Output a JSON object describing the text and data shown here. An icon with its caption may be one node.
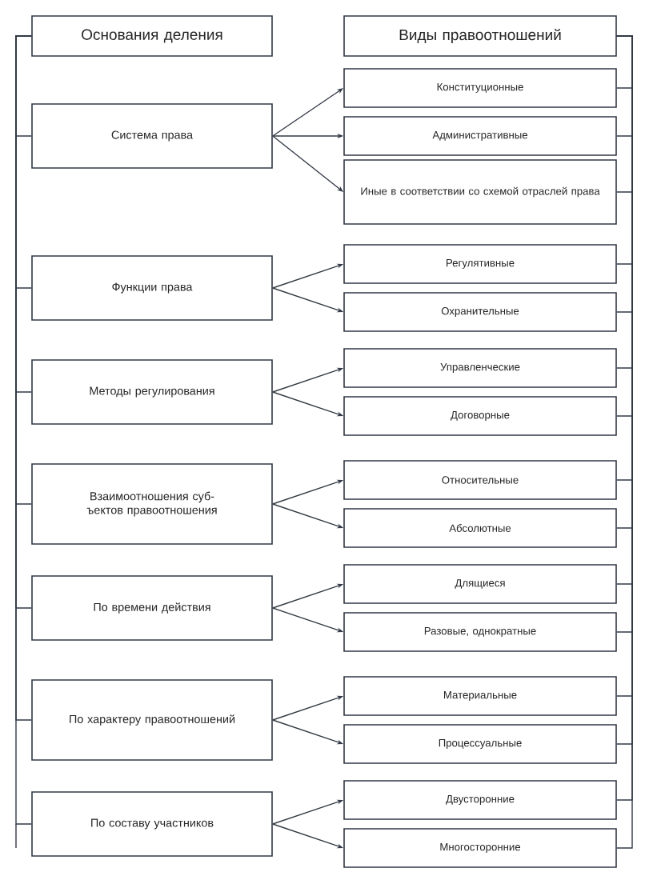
{
  "diagram": {
    "nodes": [
      {
        "text": [
          "Основания деления"
        ]
      },
      {
        "text": [
          "Виды правоотношений"
        ]
      },
      {
        "text": [
          "Система права"
        ]
      },
      {
        "text": [
          "Конституционные"
        ]
      },
      {
        "text": [
          "Административные"
        ]
      },
      {
        "text": [
          "Иные в соответствии со схемой отраслей права"
        ]
      },
      {
        "text": [
          "Функции права"
        ]
      },
      {
        "text": [
          "Регулятивные"
        ]
      },
      {
        "text": [
          "Охранительные"
        ]
      },
      {
        "text": [
          "Методы регулирования"
        ]
      },
      {
        "text": [
          "Управленческие"
        ]
      },
      {
        "text": [
          "Договорные"
        ]
      },
      {
        "text": [
          "Взаимоотношения суб- ъектов правоотношения"
        ]
      },
      {
        "text": [
          "Относительные"
        ]
      },
      {
        "text": [
          "Абсолютные"
        ]
      },
      {
        "text": [
          "По времени действия"
        ]
      },
      {
        "text": [
          "Длящиеся"
        ]
      },
      {
        "text": [
          "Разовые, однократные"
        ]
      },
      {
        "text": [
          "По характеру правоотношений"
        ]
      },
      {
        "text": [
          "Материальные"
        ]
      },
      {
        "text": [
          "Процессуальные"
        ]
      },
      {
        "text": [
          "По составу участников"
        ]
      },
      {
        "text": [
          "Двусторонние"
        ]
      },
      {
        "text": [
          "Многосторонние"
        ]
      }
    ],
    "edges": [
      {
        "from": 2,
        "to": 3,
        "arrow": "to"
      },
      {
        "from": 2,
        "to": 4,
        "arrow": "to"
      },
      {
        "from": 2,
        "to": 5,
        "arrow": "to"
      },
      {
        "from": 6,
        "to": 7,
        "arrow": "to"
      },
      {
        "from": 6,
        "to": 8,
        "arrow": "to"
      },
      {
        "from": 9,
        "to": 10,
        "arrow": "to"
      },
      {
        "from": 9,
        "to": 11,
        "arrow": "to"
      },
      {
        "from": 12,
        "to": 13,
        "arrow": "to"
      },
      {
        "from": 12,
        "to": 14,
        "arrow": "to"
      },
      {
        "from": 15,
        "to": 16,
        "arrow": "to"
      },
      {
        "from": 15,
        "to": 17,
        "arrow": "to"
      },
      {
        "from": 18,
        "to": 19,
        "arrow": "to"
      },
      {
        "from": 18,
        "to": 20,
        "arrow": "to"
      },
      {
        "from": 21,
        "to": 22,
        "arrow": "to"
      },
      {
        "from": 21,
        "to": 23,
        "arrow": "to"
      },
      {
        "from": 0,
        "to": 2,
        "arrow": "none"
      },
      {
        "from": 0,
        "to": 6,
        "arrow": "none"
      },
      {
        "from": 0,
        "to": 9,
        "arrow": "none"
      },
      {
        "from": 0,
        "to": 12,
        "arrow": "none"
      },
      {
        "from": 0,
        "to": 15,
        "arrow": "none"
      },
      {
        "from": 0,
        "to": 18,
        "arrow": "none"
      },
      {
        "from": 0,
        "to": 21,
        "arrow": "none"
      },
      {
        "from": 1,
        "to": 3,
        "arrow": "none"
      },
      {
        "from": 1,
        "to": 4,
        "arrow": "none"
      },
      {
        "from": 1,
        "to": 5,
        "arrow": "none"
      },
      {
        "from": 1,
        "to": 7,
        "arrow": "none"
      },
      {
        "from": 1,
        "to": 8,
        "arrow": "none"
      },
      {
        "from": 1,
        "to": 10,
        "arrow": "none"
      },
      {
        "from": 1,
        "to": 11,
        "arrow": "none"
      },
      {
        "from": 1,
        "to": 13,
        "arrow": "none"
      },
      {
        "from": 1,
        "to": 14,
        "arrow": "none"
      },
      {
        "from": 1,
        "to": 16,
        "arrow": "none"
      },
      {
        "from": 1,
        "to": 17,
        "arrow": "none"
      },
      {
        "from": 1,
        "to": 19,
        "arrow": "none"
      },
      {
        "from": 1,
        "to": 20,
        "arrow": "none"
      },
      {
        "from": 1,
        "to": 22,
        "arrow": "none"
      },
      {
        "from": 1,
        "to": 23,
        "arrow": "none"
      }
    ]
  }
}
